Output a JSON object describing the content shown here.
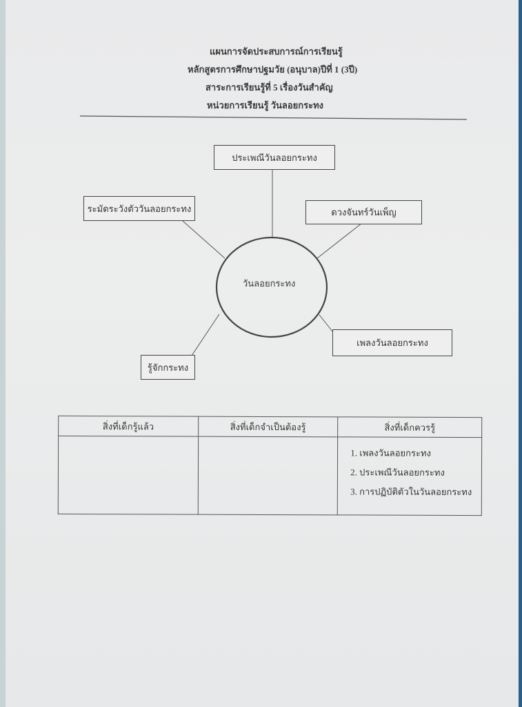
{
  "header": {
    "line1": "แผนการจัดประสบการณ์การเรียนรู้",
    "line2": "หลักสูตรการศึกษาปฐมวัย (อนุบาล)ปีที่ 1   (3ปี)",
    "line3": "สาระการเรียนรู้ที่ 5     เรื่องวันสำคัญ",
    "line4": "หน่วยการเรียนรู้      วันลอยกระทง"
  },
  "diagram": {
    "center": "วันลอยกระทง",
    "nodes": [
      "ประเพณีวันลอยกระทง",
      "ระมัดระวังตัววันลอยกระทง",
      "ดวงจันทร์วันเพ็ญ",
      "เพลงวันลอยกระทง",
      "รู้จักกระทง"
    ]
  },
  "table": {
    "headers": [
      "สิ่งที่เด็กรู้แล้ว",
      "สิ่งที่เด็กจำเป็นต้องรู้",
      "สิ่งที่เด็กควรรู้"
    ],
    "should_know": [
      "เพลงวันลอยกระทง",
      "ประเพณีวันลอยกระทง",
      "การปฏิบัติตัวในวันลอยกระทง"
    ]
  }
}
